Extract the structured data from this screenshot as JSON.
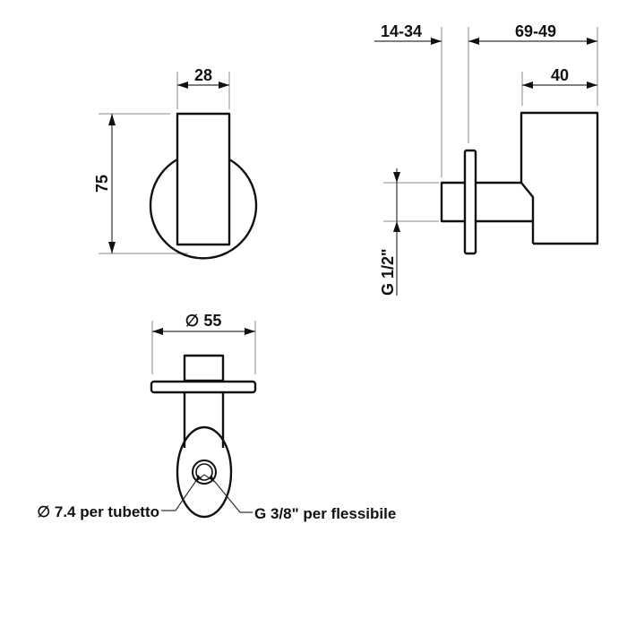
{
  "drawing": {
    "front_view": {
      "width_dim": "28",
      "height_dim": "75"
    },
    "side_view": {
      "projection_dim": "14-34",
      "depth_dim": "69-49",
      "body_dim": "40",
      "thread_dim": "G 1/2\""
    },
    "top_view": {
      "plate_dim": "∅ 55",
      "tube_label": "∅ 7.4 per tubetto",
      "hose_label": "G 3/8\" per flessibile"
    },
    "colors": {
      "line": "#111111",
      "extension": "#888888",
      "background": "#ffffff"
    }
  }
}
